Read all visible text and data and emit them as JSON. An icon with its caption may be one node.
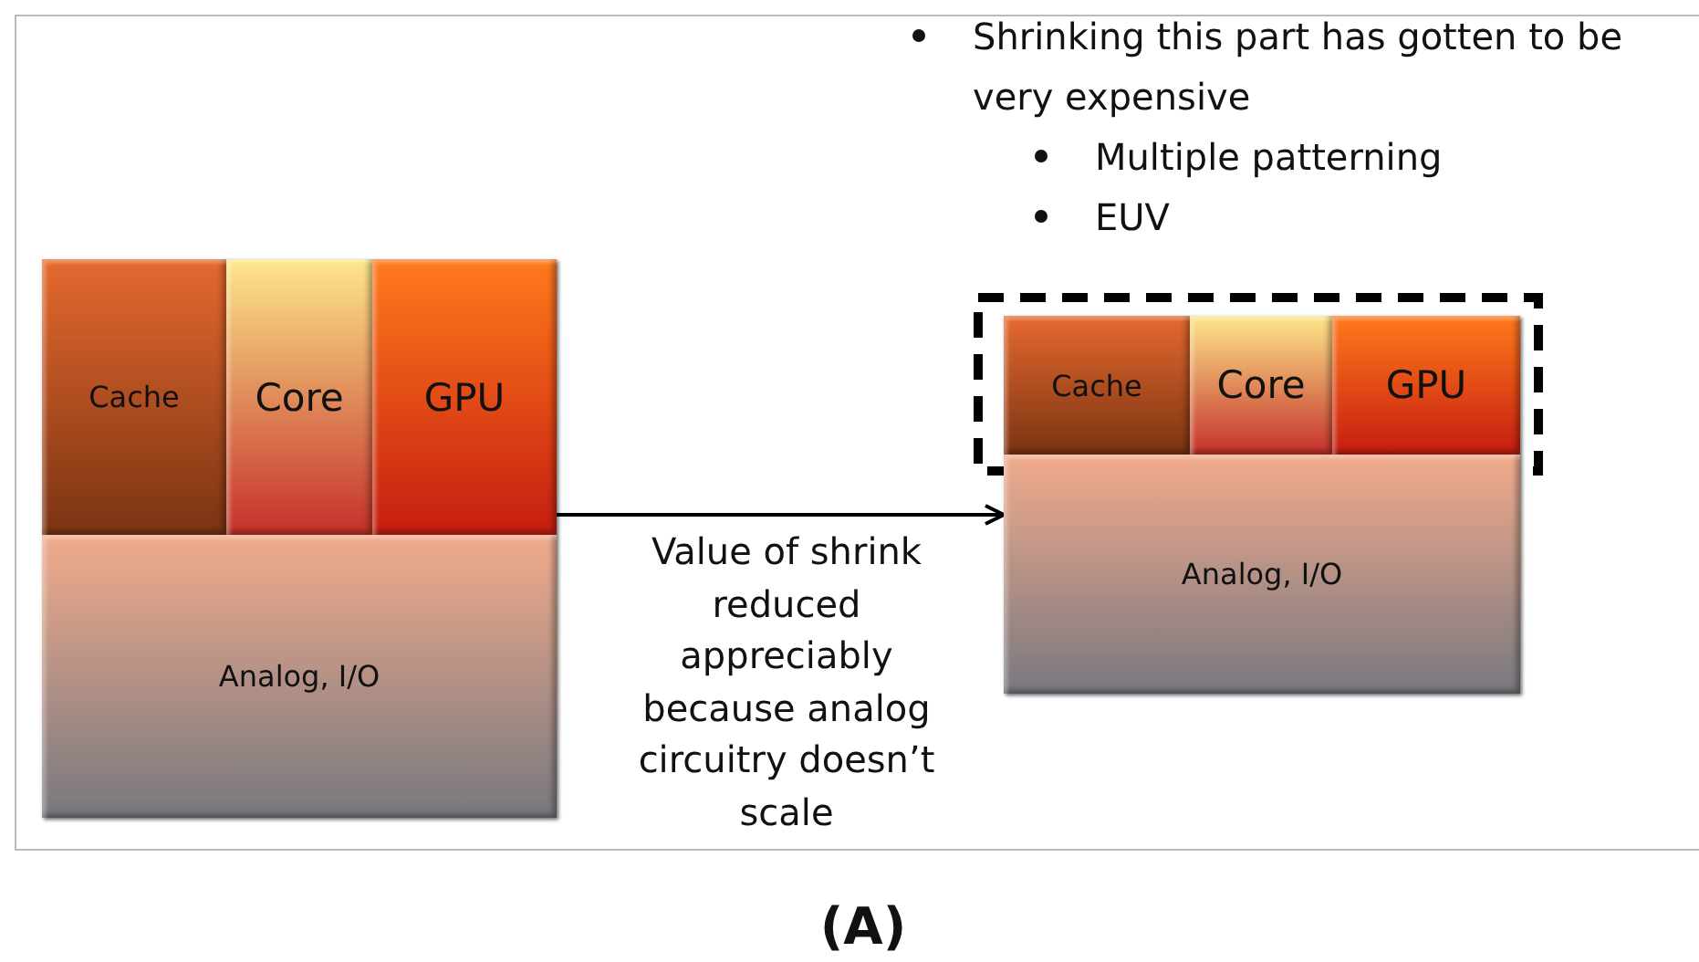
{
  "diagram": {
    "nodes": [
      {
        "text": [],
        "shape": "box"
      },
      {
        "text": [
          "Cache"
        ],
        "in": 0
      },
      {
        "text": [
          "Core"
        ],
        "in": 0
      },
      {
        "text": [
          "GPU"
        ],
        "in": 0
      },
      {
        "text": [
          "Analog, I/O"
        ],
        "in": 0
      },
      {
        "text": [],
        "shape": "box"
      },
      {
        "text": [
          "Cache"
        ],
        "in": 5
      },
      {
        "text": [
          "Core"
        ],
        "in": 5
      },
      {
        "text": [
          "GPU"
        ],
        "in": 5
      },
      {
        "text": [
          "Analog, I/O"
        ],
        "in": 5
      }
    ],
    "edges": [
      {
        "from": 0,
        "to": 5,
        "arrow": "to",
        "label": "Value of shrink reduced appreciably because analog circuitry doesn’t scale"
      }
    ],
    "labels": [
      "Shrinking this part has gotten to be very expensive",
      "Multiple patterning",
      "EUV",
      "(A)"
    ]
  }
}
